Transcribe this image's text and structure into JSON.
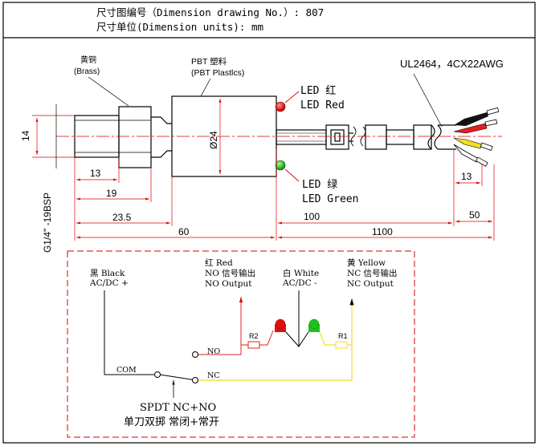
{
  "header": {
    "line1": "尺寸图编号（Dimension drawing No.）: 807",
    "line2": "尺寸单位(Dimension units): mm"
  },
  "labels": {
    "brass_cn": "黄铜",
    "brass_en": "(Brass)",
    "pbt_cn": "PBT 塑料",
    "pbt_en": "(PBT Plastlcs)",
    "cable": "UL2464，4CX22AWG",
    "led_red_cn": "LED 红",
    "led_red_en": "LED Red",
    "led_green_cn": "LED 绿",
    "led_green_en": "LED Green",
    "thread": "G1/4\" -19BSP"
  },
  "dimensions": {
    "d14": "14",
    "d24": "Ø24",
    "d13_left": "13",
    "d19": "19",
    "d23_5": "23.5",
    "d60": "60",
    "d100": "100",
    "d1100": "1100",
    "d13_right": "13",
    "d50": "50"
  },
  "wiring": {
    "black_cn": "黑 Black",
    "black_en": "AC/DC +",
    "red_cn": "红 Red",
    "red_no": "NO 信号输出",
    "red_no_en": "NO Output",
    "white_cn": "白 White",
    "white_en": "AC/DC -",
    "yellow_cn": "黄 Yellow",
    "yellow_nc": "NC 信号输出",
    "yellow_nc_en": "NC Output",
    "r2": "R2",
    "r1": "R1",
    "no": "NO",
    "com": "COM",
    "nc": "NC",
    "spdt": "SPDT  NC+NO",
    "spdt_cn": "单刀双掷 常闭+常开"
  },
  "colors": {
    "red_wire": "#e02020",
    "yellow_wire": "#f0e020",
    "led_red": "#e01010",
    "led_green": "#20c020"
  }
}
